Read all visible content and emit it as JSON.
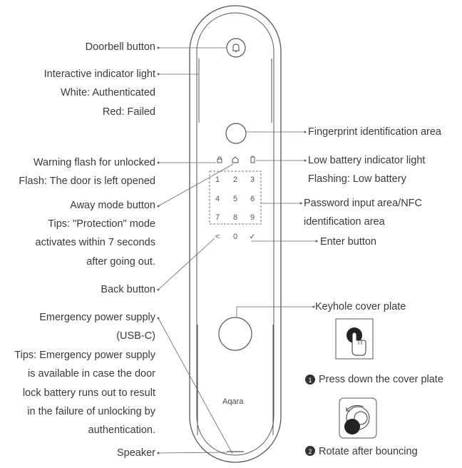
{
  "callouts_left": {
    "doorbell": "Doorbell button",
    "indicator_title": "Interactive indicator light",
    "indicator_white": "White: Authenticated",
    "indicator_red": "Red: Failed",
    "warning_title": "Warning flash for unlocked",
    "warning_flash": "Flash: The door is left opened",
    "away_title": "Away mode button",
    "away_tip1": "Tips: \"Protection\" mode",
    "away_tip2": "activates within 7 seconds",
    "away_tip3": "after going out.",
    "back": "Back button",
    "emergency_title": "Emergency power supply",
    "emergency_usb": "(USB-C)",
    "emergency_tip1": "Tips: Emergency power supply",
    "emergency_tip2": "is available in case the door",
    "emergency_tip3": "lock battery runs out to result",
    "emergency_tip4": "in the failure of unlocking by",
    "emergency_tip5": "authentication.",
    "speaker": "Speaker"
  },
  "callouts_right": {
    "fingerprint": "Fingerprint identification area",
    "battery_title": "Low battery indicator light",
    "battery_flash": "Flashing: Low battery",
    "password1": "Password input area/NFC",
    "password2": "identification area",
    "enter": "Enter button",
    "keyhole": "Keyhole cover plate",
    "step1": "Press down the cover plate",
    "step2": "Rotate after bouncing"
  },
  "keypad": {
    "keys": [
      "1",
      "2",
      "3",
      "4",
      "5",
      "6",
      "7",
      "8",
      "9",
      "<",
      "0",
      "✓"
    ]
  },
  "brand": "Aqara",
  "colors": {
    "outline": "#555555",
    "leader": "#666666",
    "text": "#3a3a3a",
    "dark": "#222222"
  },
  "icons": [
    "bell-icon",
    "lock-icon",
    "home-icon",
    "battery-icon",
    "finger-press-icon",
    "rotate-icon",
    "step-number-icon"
  ]
}
